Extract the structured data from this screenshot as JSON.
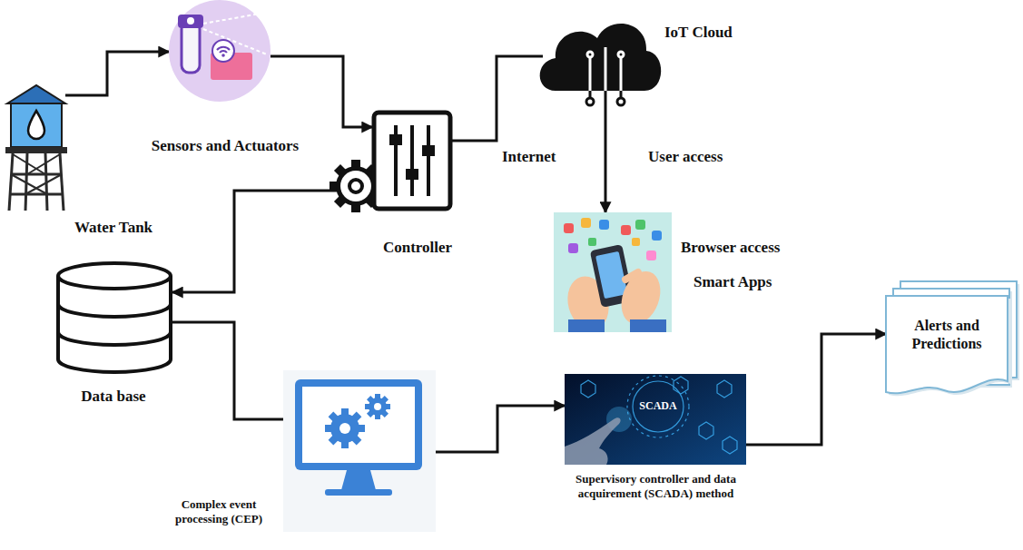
{
  "diagram": {
    "nodes": [
      {
        "text": [
          "Water Tank"
        ]
      },
      {
        "text": [
          "Sensors and Actuators"
        ]
      },
      {
        "text": [
          "Controller"
        ]
      },
      {
        "text": [
          "IoT Cloud"
        ]
      },
      {
        "text": [
          "Browser access",
          "Smart Apps"
        ]
      },
      {
        "text": [
          "Data base"
        ]
      },
      {
        "text": [
          "Complex event processing (CEP)"
        ]
      },
      {
        "text": [
          "SCADA",
          "Supervisory controller and data acquirement (SCADA) method"
        ]
      },
      {
        "text": [
          "Alerts and Predictions"
        ]
      }
    ],
    "edges": [
      {
        "from": 0,
        "to": 1,
        "arrow": "to"
      },
      {
        "from": 1,
        "to": 2,
        "arrow": "to"
      },
      {
        "from": 2,
        "to": 3,
        "label": "Internet",
        "arrow": "none"
      },
      {
        "from": 3,
        "to": 4,
        "label": "User access",
        "arrow": "to"
      },
      {
        "from": 2,
        "to": 5,
        "arrow": "to"
      },
      {
        "from": 5,
        "to": 6,
        "arrow": "to"
      },
      {
        "from": 6,
        "to": 7,
        "arrow": "to"
      },
      {
        "from": 7,
        "to": 8,
        "arrow": "to"
      }
    ]
  }
}
